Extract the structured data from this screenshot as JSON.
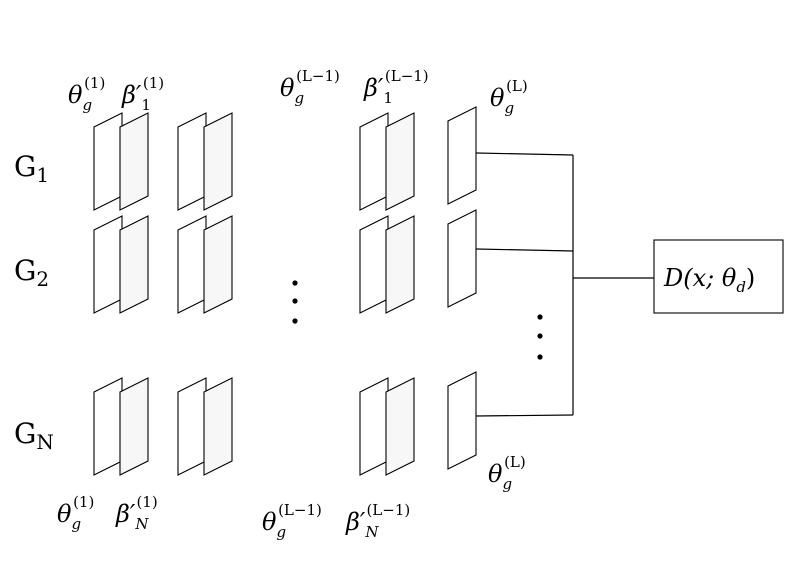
{
  "generators": [
    {
      "letter": "G",
      "sub": "1"
    },
    {
      "letter": "G",
      "sub": "2"
    },
    {
      "letter": "G",
      "sub": "N"
    }
  ],
  "top_labels": {
    "first": {
      "theta": "θ",
      "theta_sub": "g",
      "theta_sup": "(1)",
      "beta": "β′",
      "beta_sub": "1",
      "beta_sup": "(1)"
    },
    "middle": {
      "theta": "θ",
      "theta_sub": "g",
      "theta_sup": "(L−1)",
      "beta": "β′",
      "beta_sub": "1",
      "beta_sup": "(L−1)"
    },
    "last": {
      "theta": "θ",
      "theta_sub": "g",
      "theta_sup": "(L)"
    }
  },
  "bottom_labels": {
    "first": {
      "theta": "θ",
      "theta_sub": "g",
      "theta_sup": "(1)",
      "beta": "β′",
      "beta_sub": "N",
      "beta_sup": "(1)"
    },
    "middle": {
      "theta": "θ",
      "theta_sub": "g",
      "theta_sup": "(L−1)",
      "beta": "β′",
      "beta_sub": "N",
      "beta_sup": "(L−1)"
    },
    "last": {
      "theta": "θ",
      "theta_sub": "g",
      "theta_sup": "(L)"
    }
  },
  "discriminator": {
    "label": "D(x; θ",
    "sub": "d",
    "close": ")"
  },
  "colors": {
    "layer_front": "#ffffff",
    "layer_back": "#f7f7f7",
    "stroke": "#000000"
  }
}
